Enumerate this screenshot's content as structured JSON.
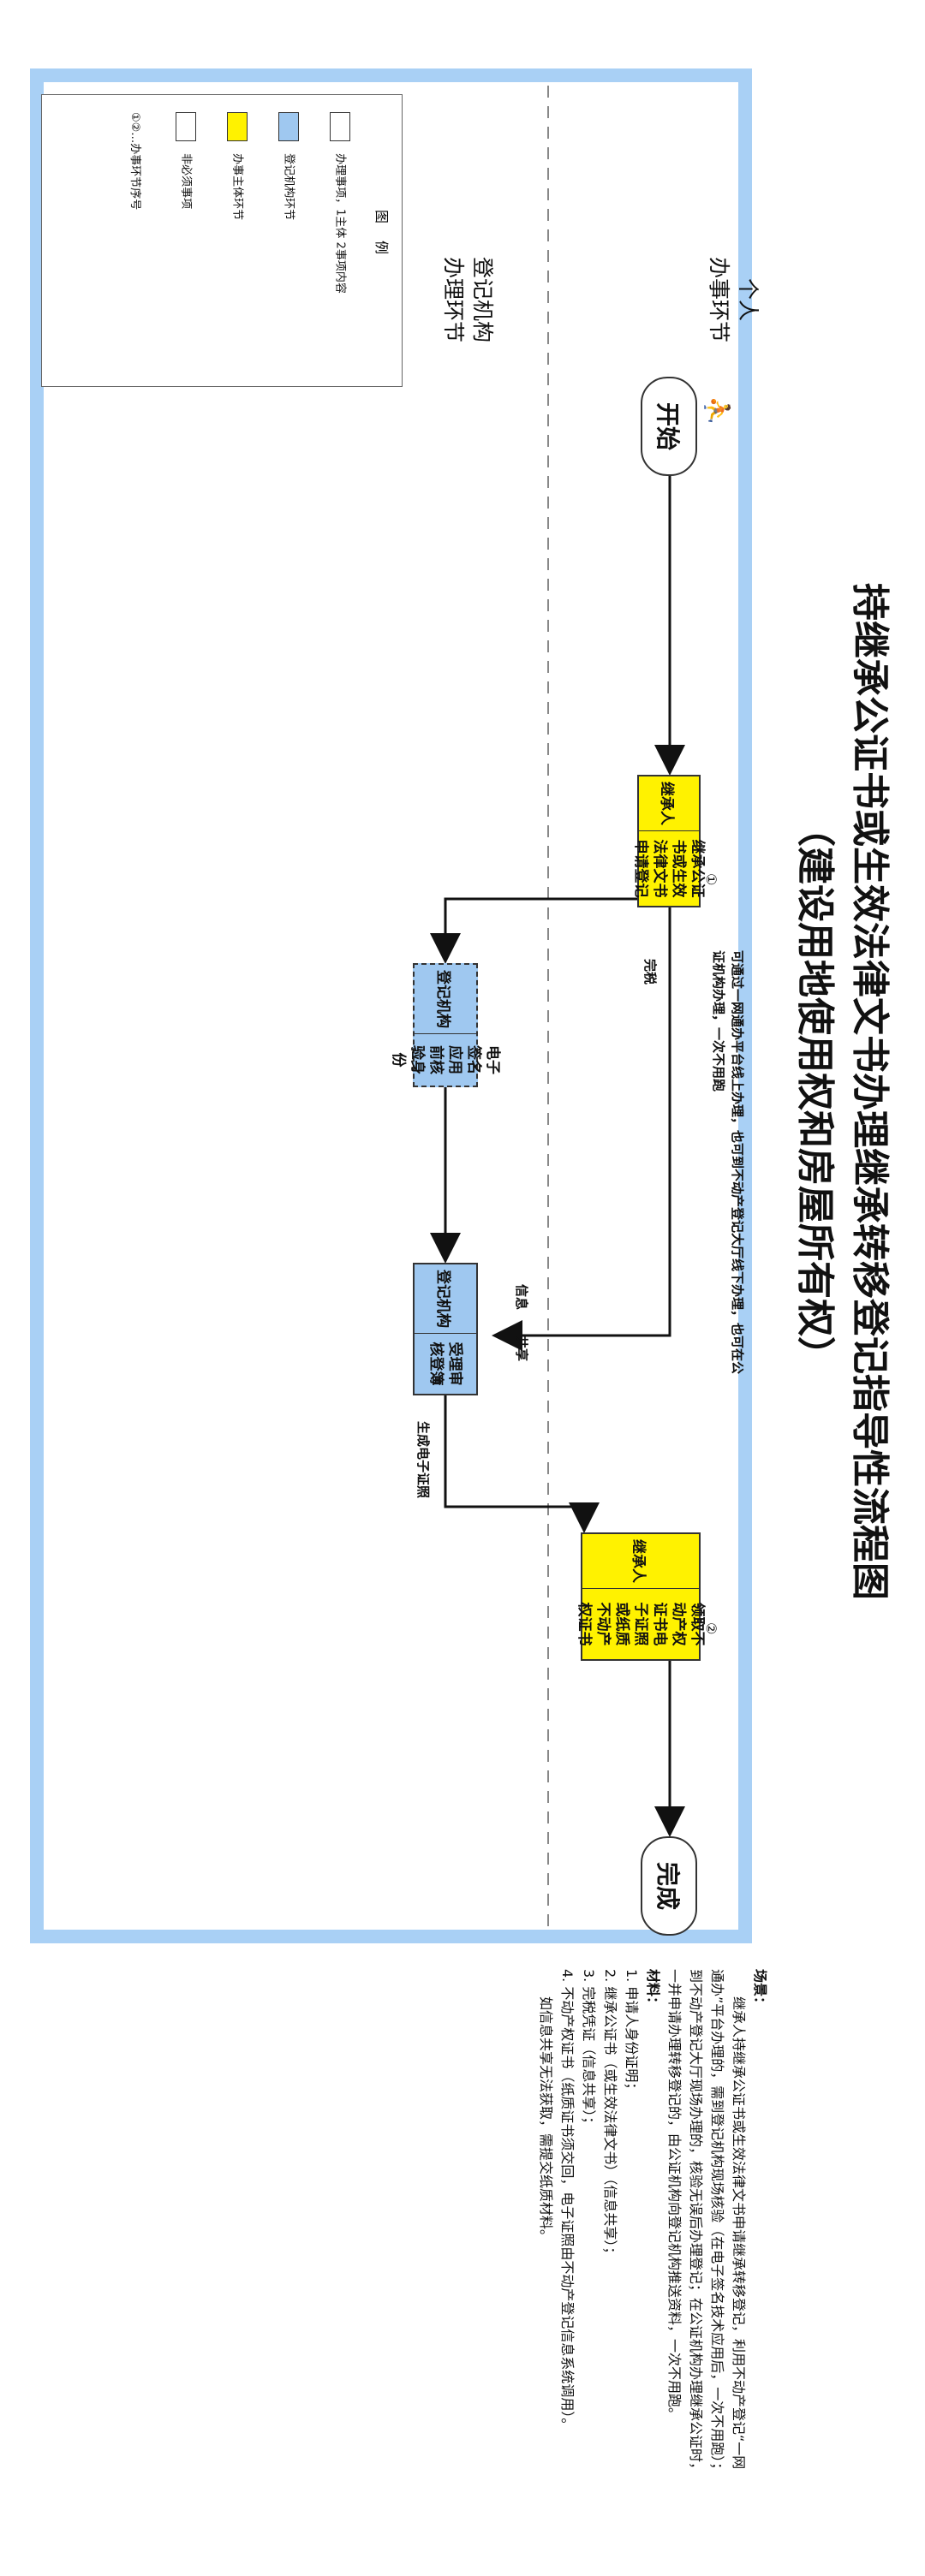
{
  "title": "持继承公证书或生效法律文书办理继承转移登记指导性流程图",
  "subtitle": "（建设用地使用权和房屋所有权）",
  "lanes": {
    "personal": [
      "个人",
      "办事环节"
    ],
    "registry": [
      "登记机构",
      "办理环节"
    ]
  },
  "legend": {
    "title": "图例",
    "items": [
      {
        "text": "办理事项，1主体 2事项内容"
      },
      {
        "text": "登记机构环节"
      },
      {
        "text": "办事主体环节"
      },
      {
        "text": "非必须事项"
      },
      {
        "text": "①②…办事环节序号"
      }
    ]
  },
  "terminals": {
    "start": "开始",
    "end": "完成"
  },
  "steps": [
    {
      "num": "①",
      "subject": "继承人",
      "content": "继承公证书或生效法律文书申请登记"
    },
    {
      "num": "",
      "subject": "登记机构",
      "content": "电子签名应用前核验身份"
    },
    {
      "num": "",
      "subject": "登记机构",
      "content": "受理审核登簿"
    },
    {
      "num": "②",
      "subject": "继承人",
      "content": "领取不动产权证书电子证照或纸质不动产权证书"
    }
  ],
  "notes": {
    "online": "可通过一网通办平台线上办理，也可到不动产登记大厅线下办理，也可在公证机构办理，一次不用跑",
    "tax": "完税",
    "share1": "信息",
    "share2": "共享",
    "ecert": "生成电子证照"
  },
  "scene": {
    "heading": "场景：",
    "text": "继承人持继承公证书或生效法律文书申请继承转移登记，利用不动产登记“一网通办”平台办理的，需到登记机构现场核验（在电子签名技术应用后，一次不用跑）；到不动产登记大厅现场办理的，核验无误后办理登记；在公证机构办理继承公证时，一并申请办理转移登记的，由公证机构向登记机构推送资料，一次不用跑。",
    "materials_heading": "材料：",
    "materials": [
      "1. 申请人身份证明；",
      "2. 继承公证书（或生效法律文书）（信息共享）；",
      "3. 完税凭证（信息共享）；",
      "4. 不动产权证书（纸质证书须交回，电子证照由不动产登记信息系统调用）。",
      "如信息共享无法获取，需提交纸质材料。"
    ]
  },
  "colors": {
    "frame": "#a9d0f5",
    "registry": "#9fc8f0",
    "applicant": "#fff200"
  }
}
